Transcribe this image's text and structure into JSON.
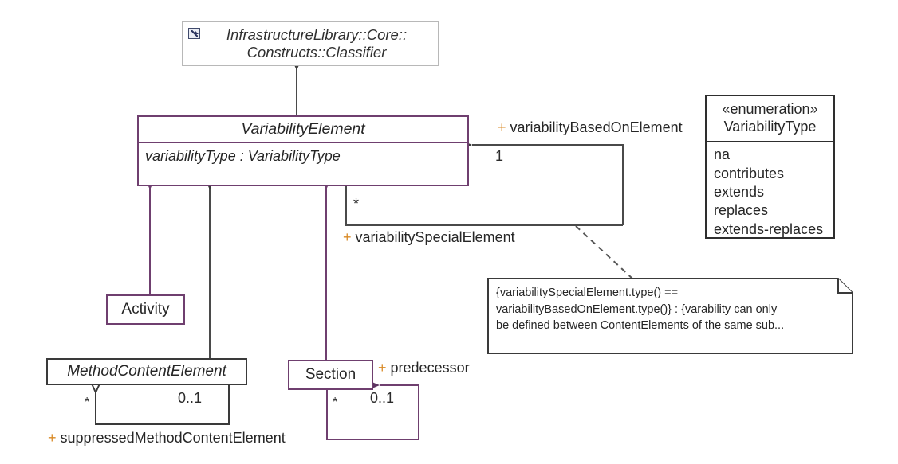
{
  "diagram": {
    "type": "uml-class-diagram",
    "title": "VariabilityElement class diagram",
    "colors": {
      "class_border_purple": "#6f3f6f",
      "class_border_dark": "#3a3a3a",
      "enum_border": "#2e2e2e",
      "reference_border": "#b8b8b8",
      "text": "#262626",
      "role_plus_sign": "#d98a26",
      "background": "#ffffff"
    }
  },
  "classes": {
    "classifier_reference": {
      "name_line_1": "InfrastructureLibrary::Core::",
      "name_line_2": "Constructs::Classifier",
      "icon": "external-reference-icon",
      "stereotype": "",
      "abstract": true
    },
    "variability_element": {
      "name": "VariabilityElement",
      "abstract": true,
      "attributes": [
        "variabilityType : VariabilityType"
      ]
    },
    "activity": {
      "name": "Activity",
      "abstract": false
    },
    "method_content_element": {
      "name": "MethodContentElement",
      "abstract": true
    },
    "section": {
      "name": "Section",
      "abstract": false
    }
  },
  "enumeration": {
    "stereotype": "«enumeration»",
    "name": "VariabilityType",
    "literals": [
      "na",
      "contributes",
      "extends",
      "replaces",
      "extends-replaces"
    ]
  },
  "note": {
    "line_1": "{variabilitySpecialElement.type() ==",
    "line_2": "variabilityBasedOnElement.type()} : {varability can only",
    "line_3": "be defined between ContentElements of the same sub..."
  },
  "associations": {
    "variability_based_on": {
      "role": "variabilityBasedOnElement",
      "plus": "+",
      "multiplicity": "1"
    },
    "variability_special": {
      "role": "variabilitySpecialElement",
      "plus": "+",
      "multiplicity": "*"
    },
    "suppressed_method_content": {
      "role": "suppressedMethodContentElement",
      "plus": "+",
      "multiplicity_source": "*",
      "multiplicity_target": "0..1"
    },
    "predecessor": {
      "role": "predecessor",
      "plus": "+",
      "multiplicity_source": "*",
      "multiplicity_target": "0..1"
    }
  }
}
